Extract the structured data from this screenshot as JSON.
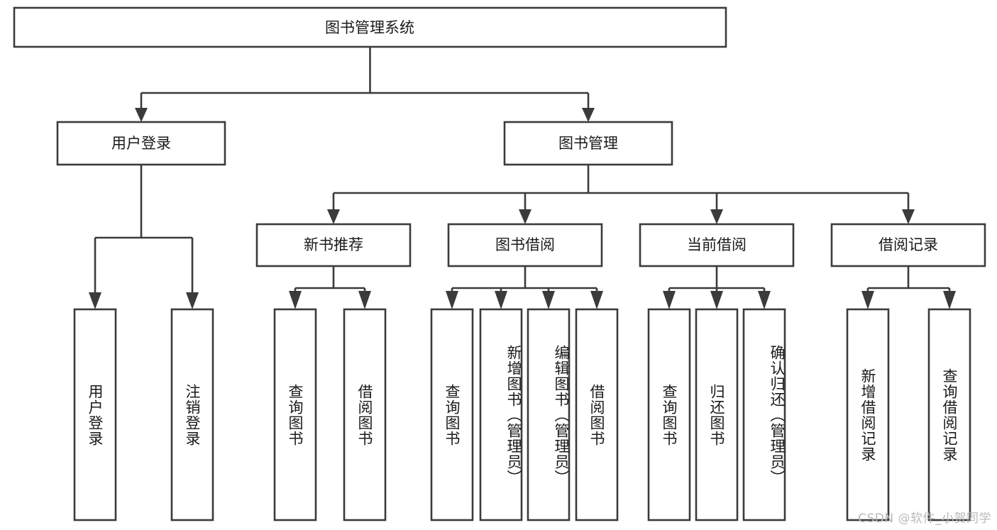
{
  "diagram": {
    "title_node": {
      "label": "图书管理系统",
      "orientation": "horizontal"
    },
    "level2": [
      {
        "label": "用户登录",
        "orientation": "horizontal"
      },
      {
        "label": "图书管理",
        "orientation": "horizontal"
      }
    ],
    "level3": [
      {
        "label": "新书推荐",
        "orientation": "horizontal"
      },
      {
        "label": "图书借阅",
        "orientation": "horizontal"
      },
      {
        "label": "当前借阅",
        "orientation": "horizontal"
      },
      {
        "label": "借阅记录",
        "orientation": "horizontal"
      }
    ],
    "leaves": {
      "user_login": [
        {
          "label": "用户登录",
          "orientation": "vertical"
        },
        {
          "label": "注销登录",
          "orientation": "vertical"
        }
      ],
      "new_book_recommend": [
        {
          "label": "查询图书",
          "orientation": "vertical"
        },
        {
          "label": "借阅图书",
          "orientation": "vertical"
        }
      ],
      "book_borrow": [
        {
          "label": "查询图书",
          "orientation": "vertical"
        },
        {
          "label": "新增图书（管理员）",
          "orientation": "vertical"
        },
        {
          "label": "编辑图书（管理员）",
          "orientation": "vertical"
        },
        {
          "label": "借阅图书",
          "orientation": "vertical"
        }
      ],
      "current_borrow": [
        {
          "label": "查询图书",
          "orientation": "vertical"
        },
        {
          "label": "归还图书",
          "orientation": "vertical"
        },
        {
          "label": "确认归还（管理员）",
          "orientation": "vertical"
        }
      ],
      "borrow_record": [
        {
          "label": "新增借阅记录",
          "orientation": "vertical"
        },
        {
          "label": "查询借阅记录",
          "orientation": "vertical"
        }
      ]
    },
    "watermark": "CSDN @软件_小贺同学",
    "colors": {
      "box_stroke": "#3b3b3b",
      "box_fill": "#ffffff",
      "text": "#1a1a1a",
      "watermark": "#b9b9b9",
      "background": "#ffffff"
    }
  }
}
